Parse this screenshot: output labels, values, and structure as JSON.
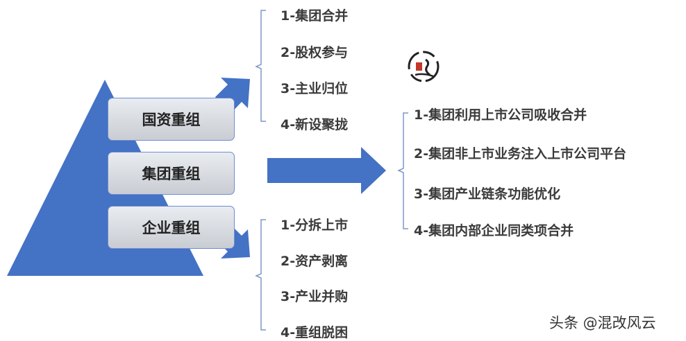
{
  "boxes": [
    "国资重组",
    "集团重组",
    "企业重组"
  ],
  "top_list": [
    "1-集团合并",
    "2-股权参与",
    "3-主业归位",
    "4-新设聚拢"
  ],
  "right_list": [
    "1-集团利用上市公司吸收合并",
    "2-集团非上市业务注入上市公司平台",
    "3-集团产业链条功能优化",
    "4-集团内部企业同类项合并"
  ],
  "bottom_list": [
    "1-分拆上市",
    "2-资产剥离",
    "3-产业并购",
    "4-重组脱困"
  ],
  "watermark": "头条 @混改风云",
  "colors": {
    "accent": "#4472c4",
    "bracket": "#7f96c8"
  }
}
